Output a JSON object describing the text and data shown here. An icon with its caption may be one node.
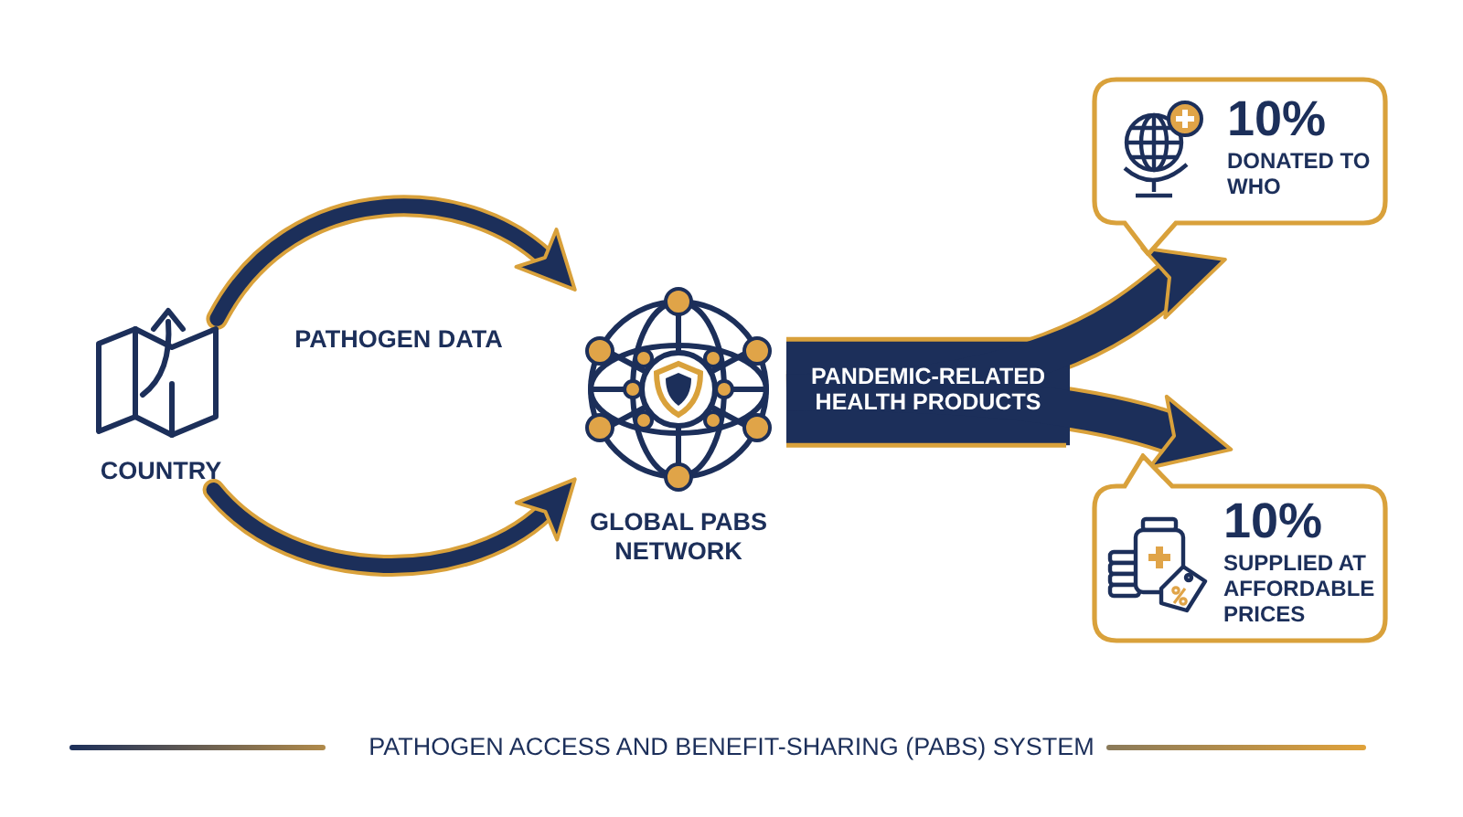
{
  "diagram": {
    "caption": "PATHOGEN ACCESS AND BENEFIT-SHARING (PABS) SYSTEM",
    "nodes": [
      {
        "text": [
          "COUNTRY"
        ]
      },
      {
        "text": [
          "GLOBAL PABS NETWORK"
        ]
      },
      {
        "text": [
          "10%",
          "DONATED TO WHO"
        ]
      },
      {
        "text": [
          "10%",
          "SUPPLIED AT AFFORDABLE PRICES"
        ]
      }
    ],
    "edges": [
      {
        "from": 0,
        "to": 1,
        "arrow": "to",
        "style": "thick"
      },
      {
        "from": 0,
        "to": 1,
        "arrow": "to",
        "style": "thick"
      },
      {
        "from": 1,
        "to": 2,
        "arrow": "to",
        "label": "PANDEMIC-RELATED HEALTH PRODUCTS"
      },
      {
        "from": 1,
        "to": 3,
        "arrow": "to"
      }
    ],
    "labels": [
      "PATHOGEN DATA"
    ]
  }
}
